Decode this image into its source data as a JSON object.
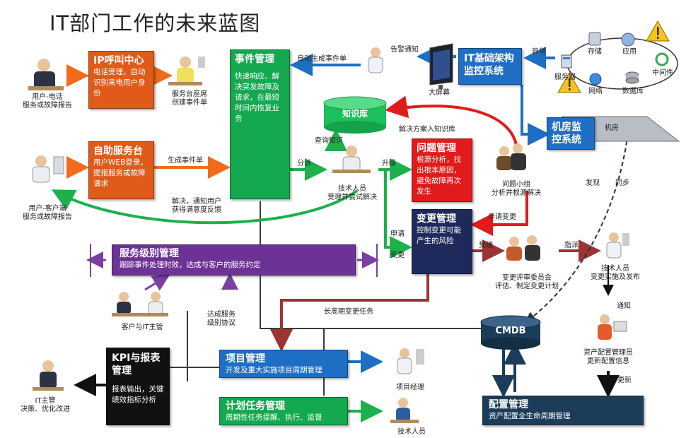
{
  "title": "IT部门工作的未来蓝图",
  "boxes": {
    "ip_call": {
      "title": "IP呼叫中心",
      "desc": "电话受理，自动识别来电用户身份"
    },
    "self_service": {
      "title": "自助服务台",
      "desc": "用户WEB登录，提报服务或故障请求"
    },
    "incident": {
      "title": "事件管理",
      "desc": "快速响应、解决突发故障及请求，在最短时间内恢复业务"
    },
    "knowledge": {
      "title": "知识库"
    },
    "problem": {
      "title": "问题管理",
      "desc": "根源分析，找出根本原因，避免故障再次发生"
    },
    "change": {
      "title": "变更管理",
      "desc": "控制变更可能产生的风险"
    },
    "sla": {
      "title": "服务级别管理",
      "desc": "跟踪事件处理时效，达成与客户的服务约定"
    },
    "it_infra": {
      "title": "IT基础架构监控系统"
    },
    "room_monitor": {
      "title": "机房监控系统"
    },
    "kpi": {
      "title": "KPI与报表管理",
      "desc": "报表输出，关键绩效指标分析"
    },
    "project": {
      "title": "项目管理",
      "desc": "开发及重大实施项目周期管理"
    },
    "plan": {
      "title": "计划任务管理",
      "desc": "周期性任务提醒、执行、监督"
    },
    "cmdb": {
      "title": "CMDB"
    },
    "config": {
      "title": "配置管理",
      "desc": "资产配置全生命周期管理"
    }
  },
  "labels": {
    "user_phone": "用户-电话\n服务或故障报告",
    "desk_staff": "服务台座席\n创建事件单",
    "user_client": "用户-客户端\n服务或故障报告",
    "create_ticket": "生成事件单",
    "auto_ticket": "自动生成事件单",
    "alarm": "告警通知",
    "big_screen": "大屏幕",
    "abnormal": "异常",
    "storage": "存储",
    "application": "应用",
    "middleware": "中间件",
    "server": "服务器",
    "network": "网络",
    "database": "数据库",
    "machine_room": "机房",
    "query_knowledge": "查询知识",
    "solution_to_kb": "解决方案入知识库",
    "dispatch": "分派",
    "upgrade": "升级",
    "tech_staff_1": "技术人员\n受理并尝试解决",
    "problem_team": "问题小组\n分析并根源解决",
    "resolve_notify": "解决，通知用户\n获得满意度反馈",
    "apply_change": "申请变更",
    "apply": "申请",
    "change_word": "变更",
    "approve": "受理",
    "cab": "变更评审委员会\n评估、制定变更计划",
    "assign": "指派",
    "tech_staff_2": "技术人员\n变更实施及发布",
    "discover": "发现",
    "sync": "同步",
    "notify": "通知",
    "config_admin": "资产配置管理员\n更新配置信息",
    "update": "更新",
    "customer_it": "客户与IT主管",
    "sla_agreement": "达成服务\n级别协议",
    "long_cycle": "长周期变更任务",
    "project_manager": "项目经理",
    "tech_staff_3": "技术人员",
    "it_manager": "IT主管\n决策、优化改进"
  }
}
